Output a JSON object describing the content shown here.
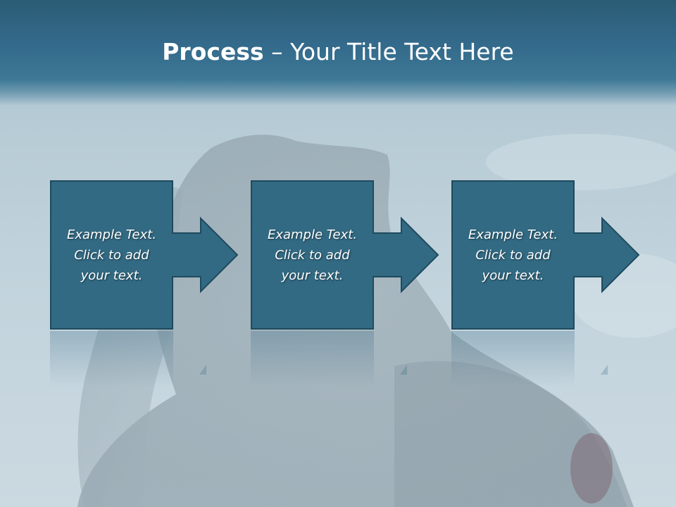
{
  "slide": {
    "title": {
      "bold": "Process",
      "dash": " – ",
      "rest": "Your Title Text Here"
    },
    "steps": [
      {
        "line1": "Example Text.",
        "line2": "Click  to add",
        "line3": "your text."
      },
      {
        "line1": "Example Text.",
        "line2": "Click  to add",
        "line3": "your text."
      },
      {
        "line1": "Example Text.",
        "line2": "Click  to add",
        "line3": "your text."
      }
    ]
  },
  "colors": {
    "title_band": "#33698a",
    "box_fill": "#326a83",
    "box_stroke": "#1f4a5e",
    "text": "#ffffff"
  }
}
